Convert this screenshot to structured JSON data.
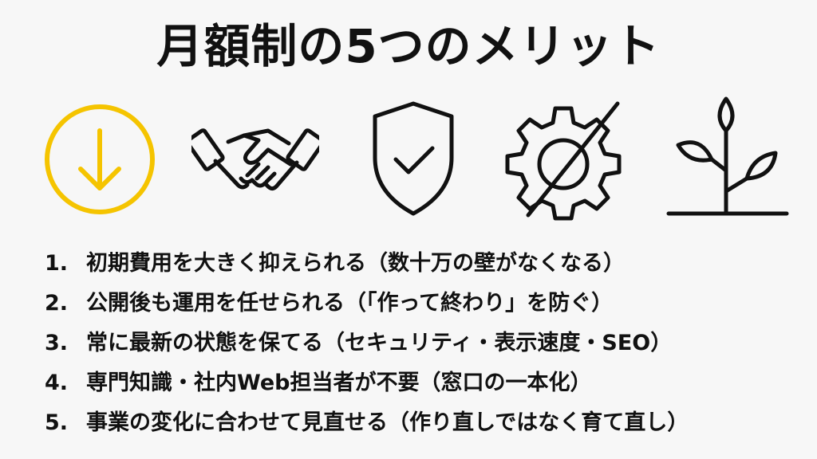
{
  "title": "月額制の5つのメリット",
  "colors": {
    "accent": "#f5c400",
    "ink": "#111111",
    "background": "#f7f7f7"
  },
  "icons": [
    "download-icon",
    "handshake-icon",
    "shield-check-icon",
    "gear-crossed-icon",
    "sprout-icon"
  ],
  "benefits": [
    {
      "num": "1.",
      "text": "初期費用を大きく抑えられる（数十万の壁がなくなる）"
    },
    {
      "num": "2.",
      "text": "公開後も運用を任せられる（「作って終わり」を防ぐ）"
    },
    {
      "num": "3.",
      "text": "常に最新の状態を保てる（セキュリティ・表示速度・SEO）"
    },
    {
      "num": "4.",
      "text": "専門知識・社内Web担当者が不要（窓口の一本化）"
    },
    {
      "num": "5.",
      "text": "事業の変化に合わせて見直せる（作り直しではなく育て直し）"
    }
  ]
}
